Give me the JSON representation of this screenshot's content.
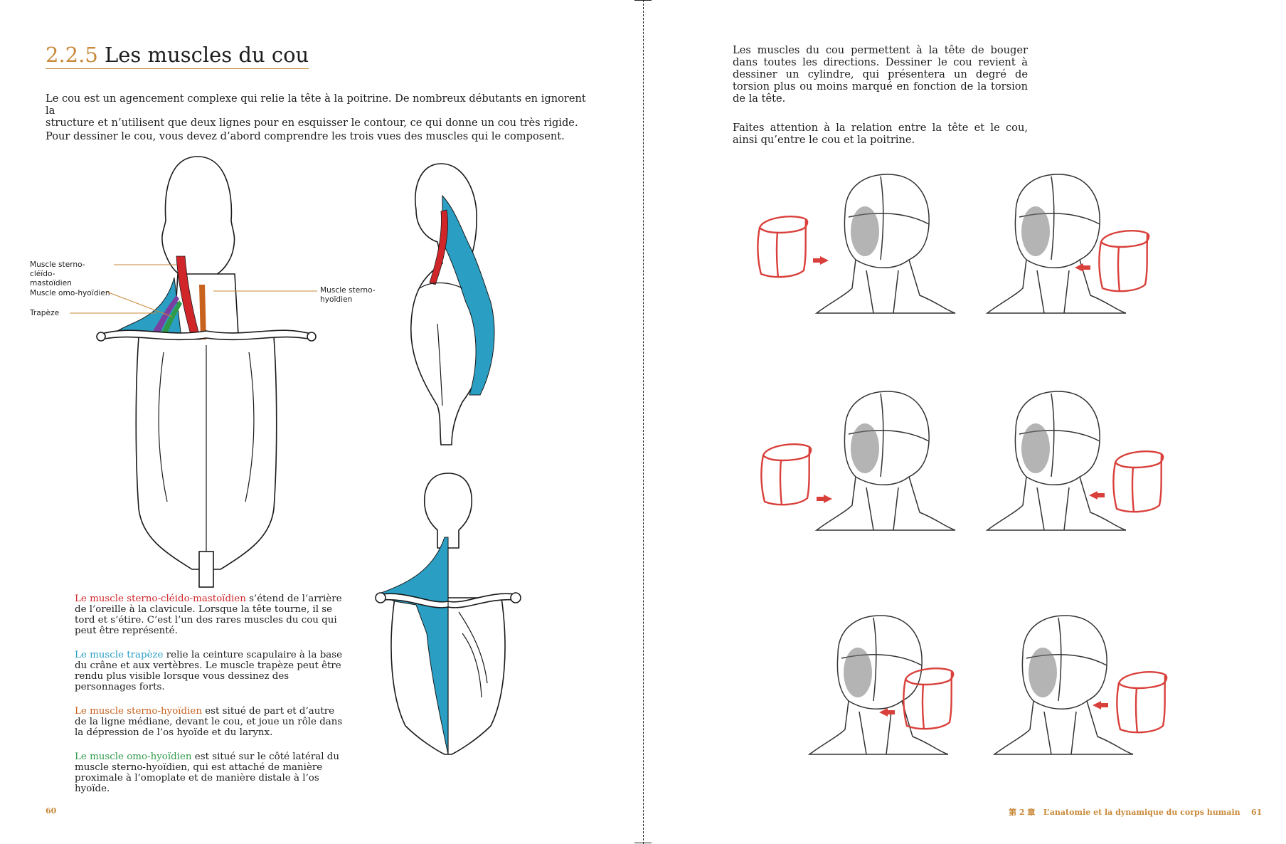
{
  "left": {
    "heading": {
      "number": "2.2.5",
      "title": "Les muscles du cou"
    },
    "intro": [
      "Le cou est un agencement complexe qui relie la tête à la poitrine. De nombreux débutants en ignorent la",
      "structure et n’utilisent que deux lignes pour en esquisser le contour, ce qui donne un cou très rigide.",
      "Pour dessiner le cou, vous devez d’abord comprendre les trois vues des muscles qui le composent."
    ],
    "callouts": {
      "scm": "Muscle sterno-cléïdo-\nmastoïdien",
      "omo": "Muscle omo-hyoïdien",
      "trap": "Trapèze",
      "sterno_hyo": "Muscle sterno-\nhyoïdien"
    },
    "descriptions": [
      {
        "term": "Le muscle sterno-cléido-mastoïdien",
        "color": "#d0262a",
        "text": " s’étend de l’arrière de l’oreille à la clavicule. Lorsque la tête tourne, il se tord et s’étire. C’est l’un des rares muscles du cou qui peut être représenté."
      },
      {
        "term": "Le muscle trapèze",
        "color": "#2a9fc3",
        "text": " relie la ceinture scapulaire à la base du crâne et aux vertèbres. Le muscle trapèze peut être rendu plus visible lorsque vous dessinez des personnages forts."
      },
      {
        "term": "Le muscle sterno-hyoïdien",
        "color": "#c8631f",
        "text": " est situé de part et d’autre de la ligne médiane, devant le cou, et joue un rôle dans la dépression de l’os hyoïde et du larynx."
      },
      {
        "term": "Le muscle omo-hyoïdien",
        "color": "#2f9a4a",
        "text": " est situé sur le côté latéral du muscle sterno-hyoïdien, qui est attaché de manière proximale à l’omoplate et de manière distale à l’os hyoïde."
      }
    ],
    "page_number": "60"
  },
  "right": {
    "paragraphs": [
      "Les muscles du cou permettent à la tête de bouger dans toutes les directions. Dessiner le cou revient à dessiner un cylindre, qui présentera un degré de torsion plus ou moins marqué en fonction de la torsion de la tête.",
      "Faites attention à la relation entre la tête et le cou, ainsi qu’entre le cou et la poitrine."
    ],
    "footer": {
      "chapter": "第 2 章",
      "title": "L’anatomie et la dynamique du corps humain",
      "page_number": "61"
    }
  },
  "colors": {
    "accent": "#c8893a",
    "scm": "#d0262a",
    "trapezius": "#2a9fc3",
    "sternohyoid": "#c8631f",
    "omohyoid": "#2f9a4a",
    "omo_purple": "#7b3fa0",
    "sketch_red": "#d9403b"
  }
}
